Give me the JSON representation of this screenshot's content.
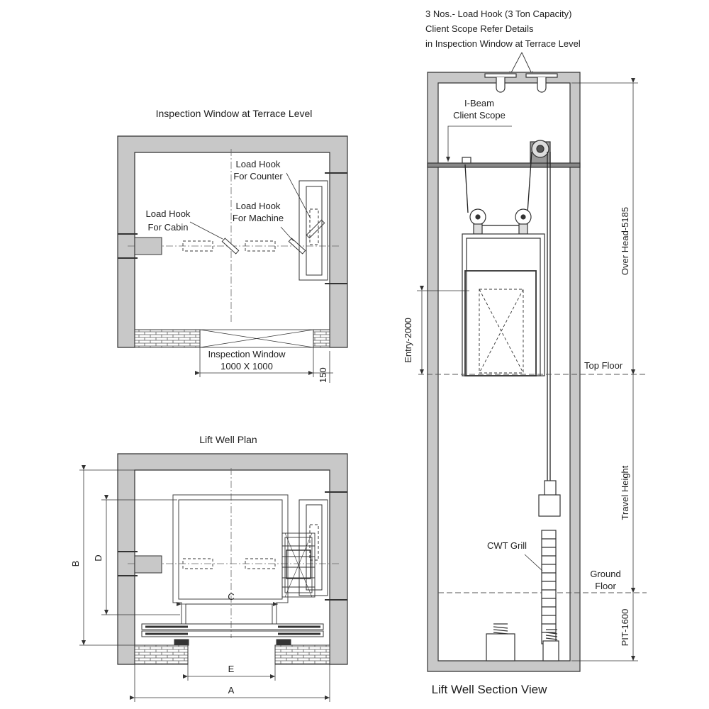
{
  "colors": {
    "wall": "#c8c8c8",
    "line": "#2a2a2a",
    "dim": "#444444",
    "background": "#ffffff"
  },
  "inspection_window_plan": {
    "title": "Inspection Window at Terrace Level",
    "load_hook_cabin_l1": "Load Hook",
    "load_hook_cabin_l2": "For Cabin",
    "load_hook_counter_l1": "Load Hook",
    "load_hook_counter_l2": "For Counter",
    "load_hook_machine_l1": "Load Hook",
    "load_hook_machine_l2": "For Machine",
    "inspection_window_l1": "Inspection Window",
    "inspection_window_l2": "1000 X 1000",
    "dim_150": "150"
  },
  "lift_well_plan": {
    "title": "Lift Well Plan",
    "dim_a": "A",
    "dim_b": "B",
    "dim_c": "C",
    "dim_d": "D",
    "dim_e": "E"
  },
  "section_view": {
    "title": "Lift Well Section View",
    "hook_note_l1": "3 Nos.- Load Hook (3 Ton Capacity)",
    "hook_note_l2": "Client Scope Refer Details",
    "hook_note_l3": "in Inspection Window at Terrace Level",
    "ibeam_l1": "I-Beam",
    "ibeam_l2": "Client Scope",
    "overhead": "Over Head-5185",
    "entry": "Entry-2000",
    "top_floor": "Top Floor",
    "travel_height": "Travel Height",
    "cwt_grill": "CWT Grill",
    "ground_floor_l1": "Ground",
    "ground_floor_l2": "Floor",
    "pit": "PIT-1600"
  }
}
